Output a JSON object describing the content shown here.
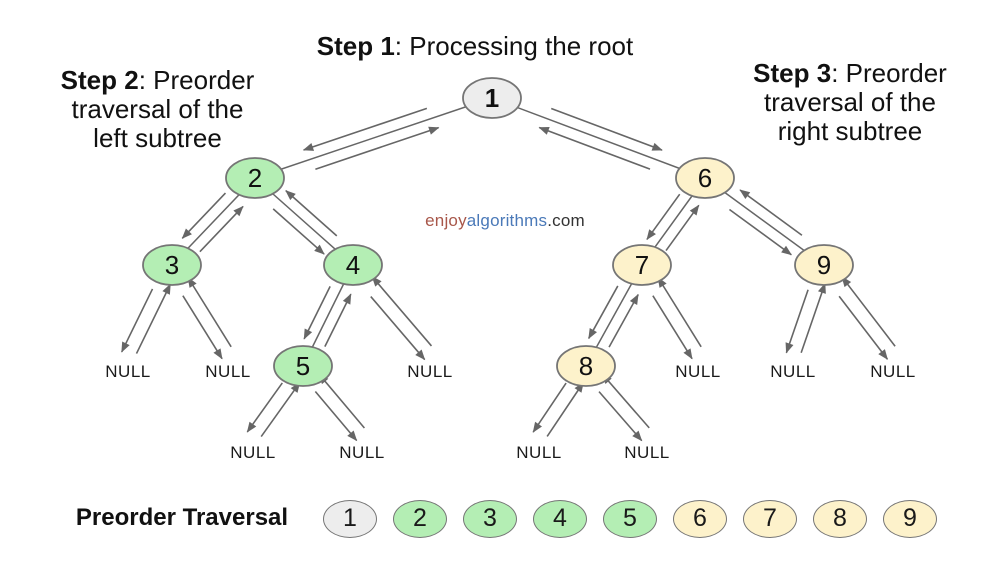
{
  "title": {
    "bold": "Step 1",
    "rest": ": Processing the root"
  },
  "step2_label": {
    "bold": "Step 2",
    "rest": ": Preorder",
    "line2": "traversal of the",
    "line3": "left subtree"
  },
  "step3_label": {
    "bold": "Step 3",
    "rest": ": Preorder",
    "line2": "traversal of the",
    "line3": "right subtree"
  },
  "watermark": {
    "enjoy": "enjoy",
    "algorithms": "algorithms",
    "com": ".com",
    "enjoy_color": "#a8574a",
    "algorithms_color": "#4a79b8",
    "com_color": "#333333"
  },
  "colors": {
    "gray": "#ededed",
    "green": "#b4eeb4",
    "yellow": "#fdf2cb",
    "node_border": "#757575",
    "line": "#666666",
    "text": "#1a1a1a"
  },
  "tree": {
    "null_label": "NULL",
    "nodes": [
      {
        "id": "n1",
        "label": "1",
        "color": "gray",
        "bold": true
      },
      {
        "id": "n2",
        "label": "2",
        "color": "green"
      },
      {
        "id": "n3",
        "label": "3",
        "color": "green"
      },
      {
        "id": "n4",
        "label": "4",
        "color": "green"
      },
      {
        "id": "n5",
        "label": "5",
        "color": "green"
      },
      {
        "id": "n6",
        "label": "6",
        "color": "yellow"
      },
      {
        "id": "n7",
        "label": "7",
        "color": "yellow"
      },
      {
        "id": "n8",
        "label": "8",
        "color": "yellow"
      },
      {
        "id": "n9",
        "label": "9",
        "color": "yellow"
      }
    ],
    "edges": [
      {
        "parent": "n1",
        "child": "n2"
      },
      {
        "parent": "n1",
        "child": "n6"
      },
      {
        "parent": "n2",
        "child": "n3"
      },
      {
        "parent": "n2",
        "child": "n4"
      },
      {
        "parent": "n4",
        "child": "n5"
      },
      {
        "parent": "n6",
        "child": "n7"
      },
      {
        "parent": "n6",
        "child": "n9"
      },
      {
        "parent": "n7",
        "child": "n8"
      }
    ],
    "nulls": [
      {
        "parent": "n3",
        "side": "left"
      },
      {
        "parent": "n3",
        "side": "right"
      },
      {
        "parent": "n4",
        "side": "right"
      },
      {
        "parent": "n5",
        "side": "left"
      },
      {
        "parent": "n5",
        "side": "right"
      },
      {
        "parent": "n7",
        "side": "right"
      },
      {
        "parent": "n8",
        "side": "left"
      },
      {
        "parent": "n8",
        "side": "right"
      },
      {
        "parent": "n9",
        "side": "left"
      },
      {
        "parent": "n9",
        "side": "right"
      }
    ]
  },
  "sequence": {
    "label": "Preorder Traversal",
    "items": [
      {
        "label": "1",
        "color": "gray"
      },
      {
        "label": "2",
        "color": "green"
      },
      {
        "label": "3",
        "color": "green"
      },
      {
        "label": "4",
        "color": "green"
      },
      {
        "label": "5",
        "color": "green"
      },
      {
        "label": "6",
        "color": "yellow"
      },
      {
        "label": "7",
        "color": "yellow"
      },
      {
        "label": "8",
        "color": "yellow"
      },
      {
        "label": "9",
        "color": "yellow"
      }
    ]
  }
}
